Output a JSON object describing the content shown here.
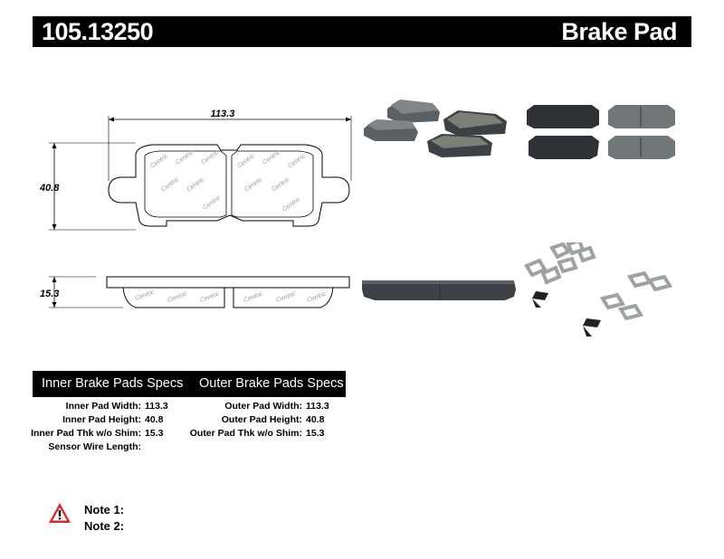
{
  "header": {
    "part_number": "105.13250",
    "part_type": "Brake Pad"
  },
  "drawing": {
    "width_dim": "113.3",
    "height_dim": "40.8",
    "thickness_dim": "15.3",
    "logo_text": "Centric"
  },
  "specs": {
    "inner_title": "Inner Brake Pads Specs",
    "outer_title": "Outer Brake Pads Specs",
    "inner": [
      {
        "label": "Inner Pad Width:",
        "value": "113.3"
      },
      {
        "label": "Inner Pad Height:",
        "value": "40.8"
      },
      {
        "label": "Inner Pad Thk w/o Shim:",
        "value": "15.3"
      },
      {
        "label": "Sensor Wire Length:",
        "value": ""
      }
    ],
    "outer": [
      {
        "label": "Outer Pad Width:",
        "value": "113.3"
      },
      {
        "label": "Outer Pad Height:",
        "value": "40.8"
      },
      {
        "label": "Outer Pad Thk w/o Shim:",
        "value": "15.3"
      }
    ]
  },
  "notes": {
    "note1": "Note 1:",
    "note2": "Note 2:"
  },
  "colors": {
    "bar": "#000000",
    "pad_friction": "#7f8589",
    "pad_dark": "#3d4145",
    "warning": "#d42a2a"
  }
}
